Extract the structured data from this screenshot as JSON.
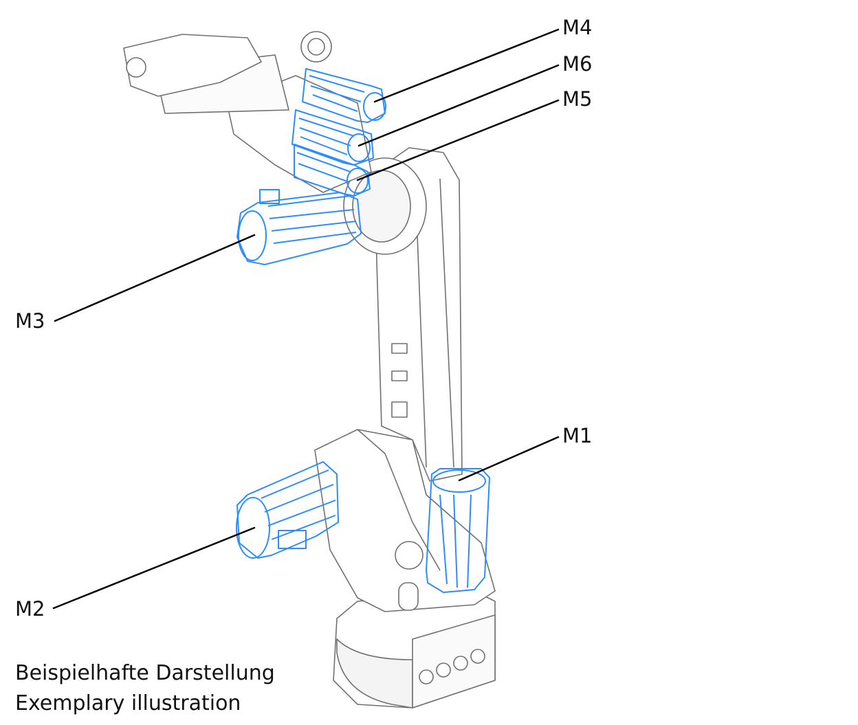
{
  "labels": {
    "m4": "M4",
    "m6": "M6",
    "m5": "M5",
    "m3": "M3",
    "m1": "M1",
    "m2": "M2"
  },
  "caption": {
    "line1": "Beispielhafte Darstellung",
    "line2": "Exemplary illustration"
  },
  "colors": {
    "motor": "#2a8cff",
    "structure": "#6a6a6a",
    "leader": "#000000"
  }
}
